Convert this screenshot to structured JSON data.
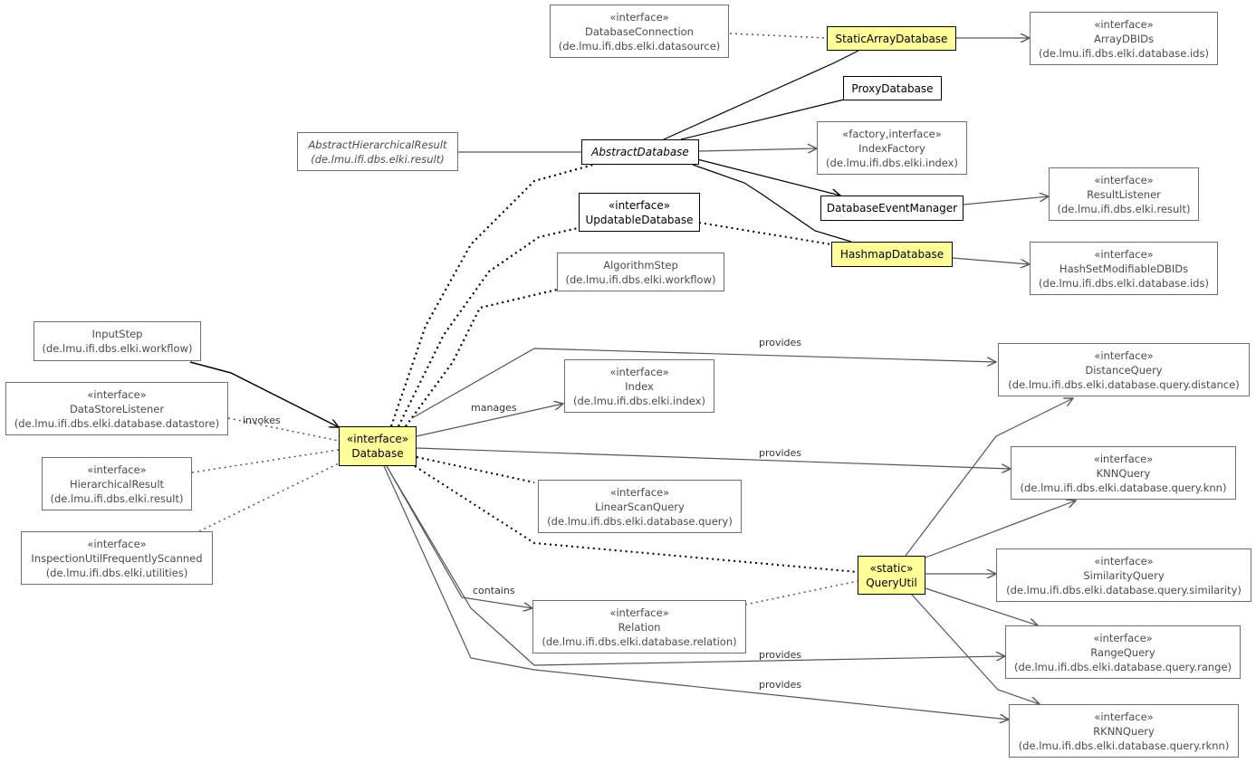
{
  "nodes": [
    {
      "id": "database_connection",
      "lines": [
        "«interface»",
        "DatabaseConnection",
        "(de.lmu.ifi.dbs.elki.datasource)"
      ]
    },
    {
      "id": "static_array_database",
      "lines": [
        "StaticArrayDatabase"
      ]
    },
    {
      "id": "array_dbids",
      "lines": [
        "«interface»",
        "ArrayDBIDs",
        "(de.lmu.ifi.dbs.elki.database.ids)"
      ]
    },
    {
      "id": "proxy_database",
      "lines": [
        "ProxyDatabase"
      ]
    },
    {
      "id": "abstract_hierarchical_result",
      "lines": [
        "AbstractHierarchicalResult",
        "(de.lmu.ifi.dbs.elki.result)"
      ]
    },
    {
      "id": "abstract_database",
      "lines": [
        "AbstractDatabase"
      ]
    },
    {
      "id": "index_factory",
      "lines": [
        "«factory,interface»",
        "IndexFactory",
        "(de.lmu.ifi.dbs.elki.index)"
      ]
    },
    {
      "id": "updatable_database",
      "lines": [
        "«interface»",
        "UpdatableDatabase"
      ]
    },
    {
      "id": "database_event_manager",
      "lines": [
        "DatabaseEventManager"
      ]
    },
    {
      "id": "result_listener",
      "lines": [
        "«interface»",
        "ResultListener",
        "(de.lmu.ifi.dbs.elki.result)"
      ]
    },
    {
      "id": "hashmap_database",
      "lines": [
        "HashmapDatabase"
      ]
    },
    {
      "id": "hashset_modifiable_dbids",
      "lines": [
        "«interface»",
        "HashSetModifiableDBIDs",
        "(de.lmu.ifi.dbs.elki.database.ids)"
      ]
    },
    {
      "id": "algorithm_step",
      "lines": [
        "AlgorithmStep",
        "(de.lmu.ifi.dbs.elki.workflow)"
      ]
    },
    {
      "id": "input_step",
      "lines": [
        "InputStep",
        "(de.lmu.ifi.dbs.elki.workflow)"
      ]
    },
    {
      "id": "distance_query",
      "lines": [
        "«interface»",
        "DistanceQuery",
        "(de.lmu.ifi.dbs.elki.database.query.distance)"
      ]
    },
    {
      "id": "index",
      "lines": [
        "«interface»",
        "Index",
        "(de.lmu.ifi.dbs.elki.index)"
      ]
    },
    {
      "id": "data_store_listener",
      "lines": [
        "«interface»",
        "DataStoreListener",
        "(de.lmu.ifi.dbs.elki.database.datastore)"
      ]
    },
    {
      "id": "database",
      "lines": [
        "«interface»",
        "Database"
      ]
    },
    {
      "id": "knn_query",
      "lines": [
        "«interface»",
        "KNNQuery",
        "(de.lmu.ifi.dbs.elki.database.query.knn)"
      ]
    },
    {
      "id": "hierarchical_result",
      "lines": [
        "«interface»",
        "HierarchicalResult",
        "(de.lmu.ifi.dbs.elki.result)"
      ]
    },
    {
      "id": "linear_scan_query",
      "lines": [
        "«interface»",
        "LinearScanQuery",
        "(de.lmu.ifi.dbs.elki.database.query)"
      ]
    },
    {
      "id": "inspection_util",
      "lines": [
        "«interface»",
        "InspectionUtilFrequentlyScanned",
        "(de.lmu.ifi.dbs.elki.utilities)"
      ]
    },
    {
      "id": "query_util",
      "lines": [
        "«static»",
        "QueryUtil"
      ]
    },
    {
      "id": "similarity_query",
      "lines": [
        "«interface»",
        "SimilarityQuery",
        "(de.lmu.ifi.dbs.elki.database.query.similarity)"
      ]
    },
    {
      "id": "relation",
      "lines": [
        "«interface»",
        "Relation",
        "(de.lmu.ifi.dbs.elki.database.relation)"
      ]
    },
    {
      "id": "range_query",
      "lines": [
        "«interface»",
        "RangeQuery",
        "(de.lmu.ifi.dbs.elki.database.query.range)"
      ]
    },
    {
      "id": "rknn_query",
      "lines": [
        "«interface»",
        "RKNNQuery",
        "(de.lmu.ifi.dbs.elki.database.query.rknn)"
      ]
    }
  ],
  "edge_labels": {
    "provides_distance": "provides",
    "manages": "manages",
    "invokes": "invokes",
    "provides_knn": "provides",
    "contains": "contains",
    "provides_range": "provides",
    "provides_rknn": "provides"
  },
  "colors": {
    "highlight_fill": "#ffff99",
    "edge": "#555555",
    "dotted_edge": "#000000"
  }
}
